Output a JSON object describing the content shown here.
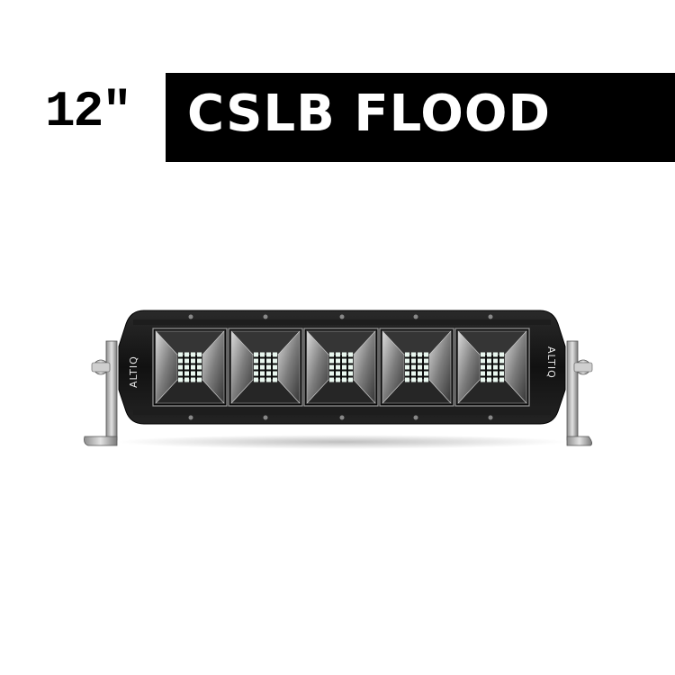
{
  "header": {
    "size_label": "12\"",
    "title": "CSLB FLOOD"
  },
  "product": {
    "brand_left": "ALTIQ",
    "brand_right": "ALTIQ",
    "led_pods": 5,
    "colors": {
      "housing": "#151515",
      "title_bg": "#000000",
      "title_fg": "#ffffff",
      "led": "#e9f7ef",
      "bracket": "#b5b5b5"
    }
  }
}
